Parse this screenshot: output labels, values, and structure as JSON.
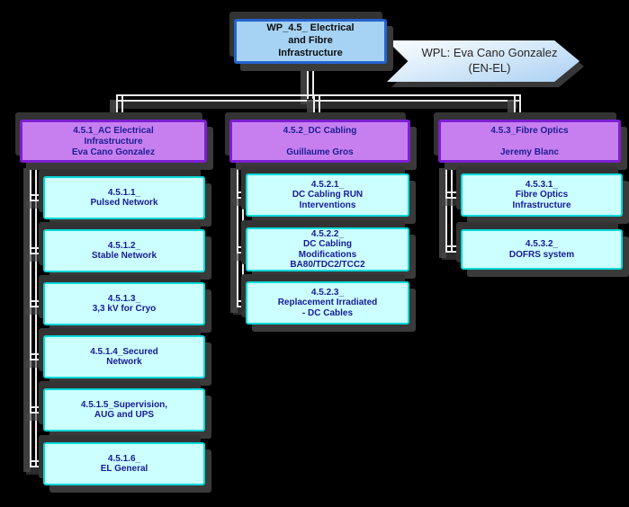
{
  "diagram": {
    "type": "wbs-org-chart",
    "root": {
      "title": "WP_4.5_ Electrical\nand Fibre\nInfrastructure"
    },
    "wpl_banner": {
      "text": "WPL: Eva Cano Gonzalez\n(EN-EL)"
    },
    "branches": [
      {
        "id": "4.5.1",
        "title": "4.5.1_AC Electrical\nInfrastructure",
        "lead": "Eva Cano Gonzalez",
        "children": [
          {
            "label": "4.5.1.1_\nPulsed Network"
          },
          {
            "label": "4.5.1.2_\nStable Network"
          },
          {
            "label": "4.5.1.3_\n3,3 kV for Cryo"
          },
          {
            "label": "4.5.1.4_Secured\nNetwork"
          },
          {
            "label": "4.5.1.5_Supervision,\nAUG and UPS"
          },
          {
            "label": "4.5.1.6_\nEL General"
          }
        ]
      },
      {
        "id": "4.5.2",
        "title": "4.5.2_DC Cabling",
        "lead": "Guillaume Gros",
        "children": [
          {
            "label": "4.5.2.1_\nDC Cabling RUN\nInterventions"
          },
          {
            "label": "4.5.2.2_\nDC Cabling\nModifications\nBA80/TDC2/TCC2"
          },
          {
            "label": "4.5.2.3_\nReplacement Irradiated\n- DC Cables"
          }
        ]
      },
      {
        "id": "4.5.3",
        "title": "4.5.3_Fibre Optics",
        "lead": "Jeremy Blanc",
        "children": [
          {
            "label": "4.5.3.1_\nFibre Optics\nInfrastructure"
          },
          {
            "label": "4.5.3.2_\nDOFRS system"
          }
        ]
      }
    ],
    "colors": {
      "background": "#000000",
      "root_fill": "#a6d2f4",
      "root_border": "#2563cf",
      "root_text": "#0d0d0d",
      "banner_fill_light": "#fafdff",
      "banner_fill_dark": "#a9cff2",
      "banner_text": "#262626",
      "branch_fill": "#c77ff0",
      "branch_border": "#7d1fd1",
      "leaf_fill": "#ccffff",
      "leaf_border": "#06d8d8",
      "box_text_navy": "#171a96",
      "connector": "#ededed",
      "shadow": "#3a3a3a"
    }
  }
}
